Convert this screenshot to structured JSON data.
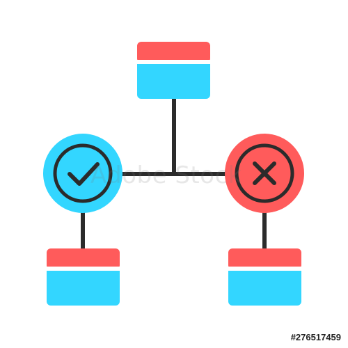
{
  "diagram": {
    "type": "flowchart-decision",
    "colors": {
      "connector": "#2b2b2b",
      "red": "#ff5b5b",
      "cyan": "#33d6ff",
      "white": "#ffffff"
    },
    "nodes": [
      {
        "id": "top-card",
        "kind": "card",
        "color_top": "#ff5b5b",
        "color_bottom": "#33d6ff"
      },
      {
        "id": "approve-node",
        "kind": "circle",
        "icon": "checkmark-icon",
        "color": "#33d6ff"
      },
      {
        "id": "reject-node",
        "kind": "circle",
        "icon": "close-icon",
        "color": "#ff5b5b"
      },
      {
        "id": "bottom-left-card",
        "kind": "card",
        "color_top": "#ff5b5b",
        "color_bottom": "#33d6ff"
      },
      {
        "id": "bottom-right-card",
        "kind": "card",
        "color_top": "#ff5b5b",
        "color_bottom": "#33d6ff"
      }
    ],
    "edges": [
      {
        "from": "top-card",
        "to": "approve-node"
      },
      {
        "from": "top-card",
        "to": "reject-node"
      },
      {
        "from": "approve-node",
        "to": "bottom-left-card"
      },
      {
        "from": "reject-node",
        "to": "bottom-right-card"
      }
    ]
  },
  "watermark": {
    "text": "Adobe Stock"
  },
  "footer": {
    "image_id": "#276517459"
  }
}
